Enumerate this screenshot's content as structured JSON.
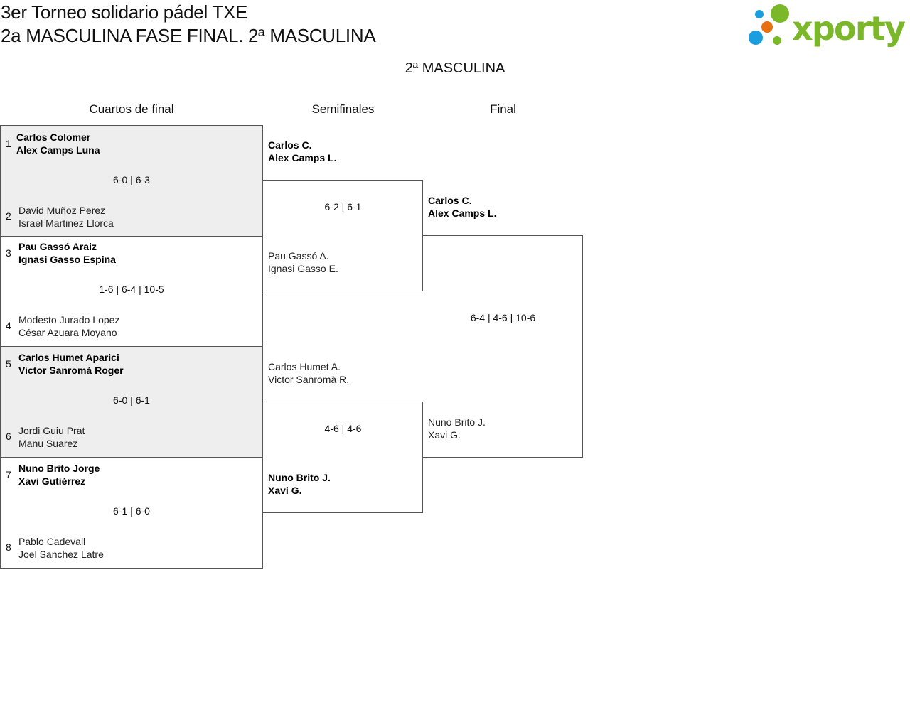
{
  "header": {
    "title_line1": "3er Torneo solidario pádel TXE",
    "title_line2": "2a MASCULINA FASE FINAL. 2ª MASCULINA",
    "logo_text": "xporty"
  },
  "category": "2ª MASCULINA",
  "rounds": [
    "Cuartos de final",
    "Semifinales",
    "Final"
  ],
  "quarterfinals": [
    {
      "score": "6-0 | 6-3",
      "top": {
        "seed": "1",
        "p1": "Carlos Colomer",
        "p2": "Alex Camps Luna",
        "winner": true
      },
      "bottom": {
        "seed": "2",
        "p1": "David Muñoz Perez",
        "p2": "Israel Martinez Llorca",
        "winner": false
      }
    },
    {
      "score": "1-6 | 6-4 | 10-5",
      "top": {
        "seed": "3",
        "p1": "Pau Gassó Araiz",
        "p2": "Ignasi Gasso Espina",
        "winner": true
      },
      "bottom": {
        "seed": "4",
        "p1": "Modesto Jurado Lopez",
        "p2": "César Azuara Moyano",
        "winner": false
      }
    },
    {
      "score": "6-0 | 6-1",
      "top": {
        "seed": "5",
        "p1": "Carlos Humet Aparici",
        "p2": "Victor Sanromà Roger",
        "winner": true
      },
      "bottom": {
        "seed": "6",
        "p1": "Jordi Guiu Prat",
        "p2": "Manu Suarez",
        "winner": false
      }
    },
    {
      "score": "6-1 | 6-0",
      "top": {
        "seed": "7",
        "p1": "Nuno Brito Jorge",
        "p2": "Xavi Gutiérrez",
        "winner": true
      },
      "bottom": {
        "seed": "8",
        "p1": "Pablo Cadevall",
        "p2": "Joel Sanchez Latre",
        "winner": false
      }
    }
  ],
  "semifinals": [
    {
      "score": "6-2 | 6-1",
      "top": {
        "p1": "Carlos C.",
        "p2": "Alex Camps L.",
        "winner": true
      },
      "bottom": {
        "p1": "Pau Gassó A.",
        "p2": "Ignasi Gasso E.",
        "winner": false
      }
    },
    {
      "score": "4-6 | 4-6",
      "top": {
        "p1": "Carlos Humet A.",
        "p2": "Victor Sanromà R.",
        "winner": false
      },
      "bottom": {
        "p1": "Nuno Brito J.",
        "p2": "Xavi G.",
        "winner": true
      }
    }
  ],
  "final": {
    "score": "6-4 | 4-6 | 10-6",
    "top": {
      "p1": "Carlos C.",
      "p2": "Alex Camps L.",
      "winner": true
    },
    "bottom": {
      "p1": "Nuno Brito J.",
      "p2": "Xavi G.",
      "winner": false
    }
  },
  "colors": {
    "logo_green": "#7ab829",
    "logo_blue": "#1a9ee0",
    "logo_orange": "#e8700f",
    "alt_row": "#eeeeee"
  }
}
